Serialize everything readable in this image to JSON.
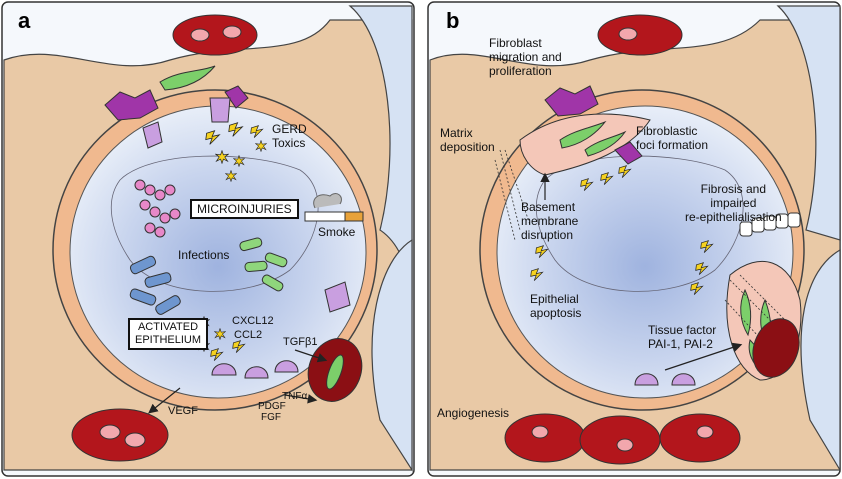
{
  "panels": [
    {
      "letter": "a"
    },
    {
      "letter": "b"
    }
  ],
  "panel_a": {
    "gerd_toxics": "GERD\nToxics",
    "microinjuries": "MICROINJURIES",
    "smoke": "Smoke",
    "infections": "Infections",
    "cxcl12": "CXCL12",
    "ccl2": "CCL2",
    "activated_epithelium": "ACTIVATED\nEPITHELIUM",
    "tgfb1": "TGFβ1",
    "tnfa": "TNFα",
    "pdgf": "PDGF",
    "fgf": "FGF",
    "vegf": "VEGF"
  },
  "panel_b": {
    "fibroblast_migration": "Fibroblast\nmigration and\nproliferation",
    "matrix_deposition": "Matrix\ndeposition",
    "fibroblastic_foci": "Fibroblastic\nfoci formation",
    "basement_membrane": "Basement\nmembrane\ndisruption",
    "fibrosis": "Fibrosis and\nimpaired\nre-epithelialisation",
    "epithelial_apoptosis": "Epithelial\napoptosis",
    "tissue_factor": "Tissue factor\nPAI-1, PAI-2",
    "angiogenesis": "Angiogenesis"
  },
  "colors": {
    "alveolar_lumen": "#cfd9ef",
    "interstitium": "#e9c9a6",
    "epithelium": "#f0b98f",
    "capillary_red": "#b3161c",
    "fibroblast_green": "#7ccf6a",
    "macrophage_purple": "#a035a8",
    "cytokine_yellow": "#f6d21f",
    "bacteria_pink": "#e788c8",
    "bacteria_green": "#8fd67c",
    "bacteria_blue": "#6e96cf"
  }
}
